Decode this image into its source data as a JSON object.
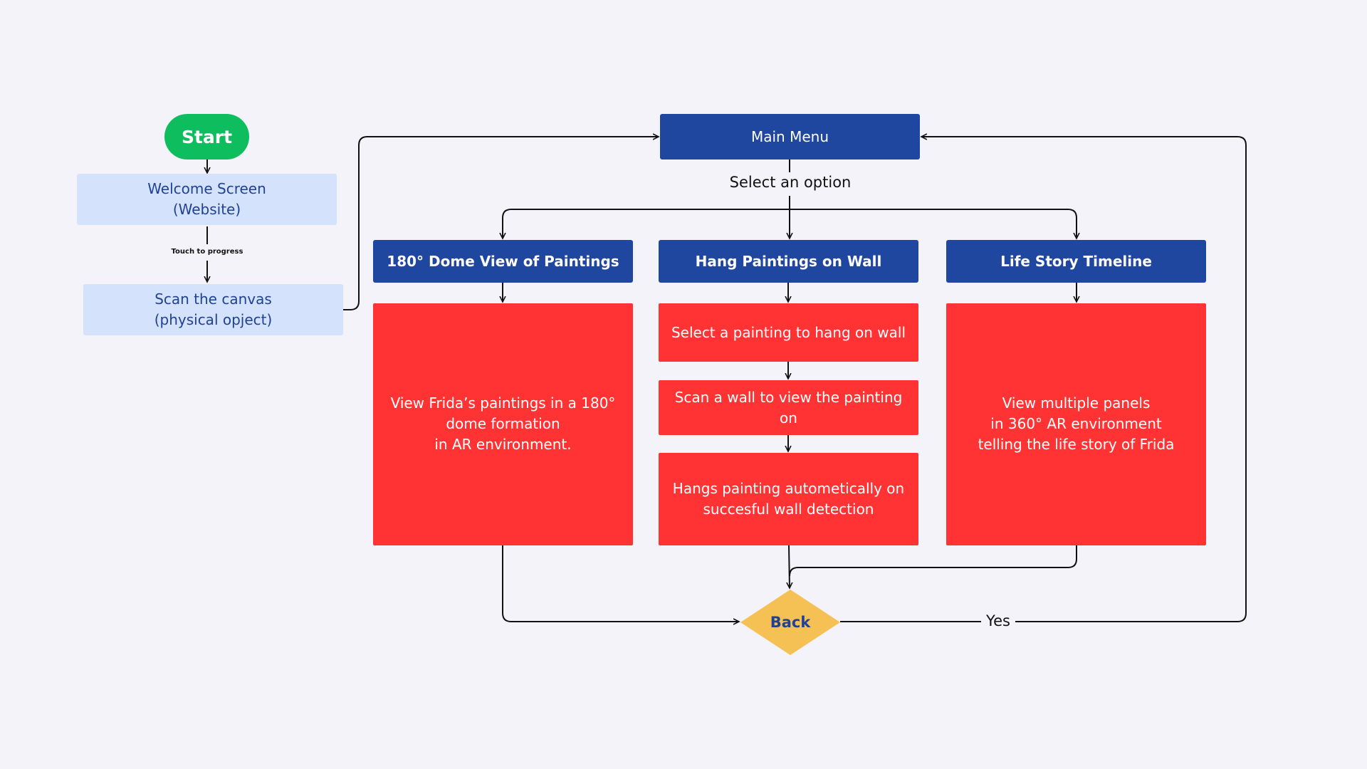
{
  "nodes": {
    "start": "Start",
    "welcome": "Welcome Screen\n(Website)",
    "touch_note": "Touch to progress",
    "scan_canvas": "Scan the canvas\n(physical opject)",
    "main_menu": "Main Menu",
    "select_option": "Select an option",
    "dome": "180° Dome View of Paintings",
    "hang": "Hang Paintings on Wall",
    "life": "Life Story Timeline",
    "dome_desc": "View Frida’s paintings in a 180°\ndome formation\nin AR environment.",
    "hang_step1": "Select a painting to hang on wall",
    "hang_step2": "Scan a wall to view the painting on",
    "hang_step3": "Hangs painting autometically on\nsuccesful wall detection",
    "life_desc": "View multiple panels\nin 360° AR environment\ntelling the life story of Frida",
    "back": "Back",
    "yes": "Yes"
  },
  "colors": {
    "start": "#0dbd5e",
    "light_box": "#d4e2fb",
    "blue_box": "#1f47a0",
    "red_box": "#ff3333",
    "diamond": "#f5c155",
    "background": "#f4f3f9"
  }
}
